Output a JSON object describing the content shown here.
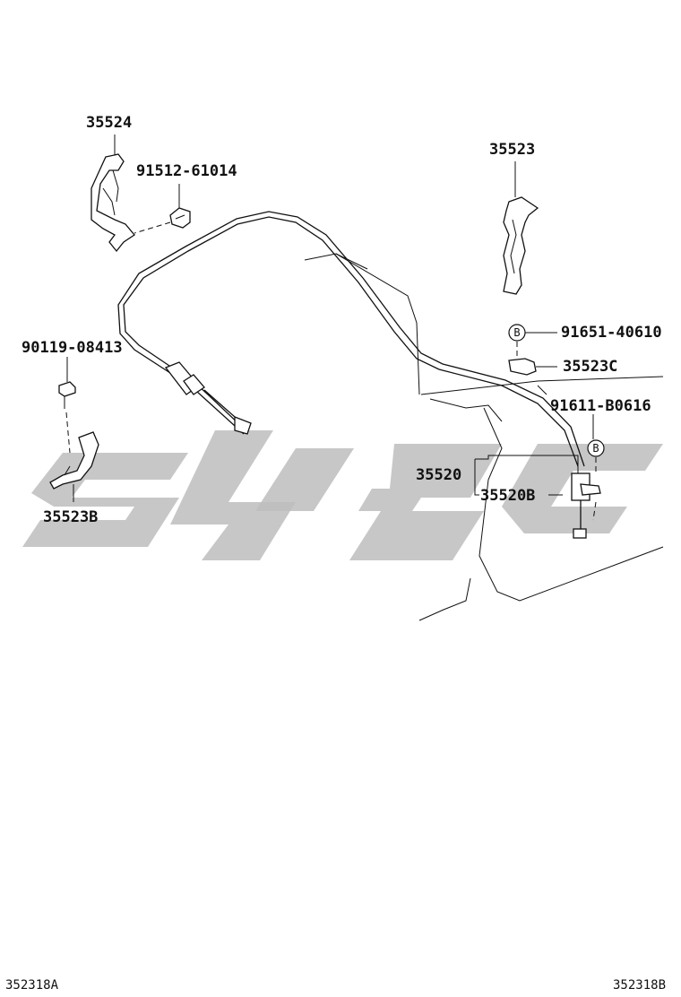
{
  "labels": {
    "p35524": "35524",
    "p91512": "91512-61014",
    "p35523": "35523",
    "p91651": "91651-40610",
    "p35523c": "35523C",
    "p90119": "90119-08413",
    "p91611": "91611-B0616",
    "p35520": "35520",
    "p35520b": "35520B",
    "p35523b": "35523B"
  },
  "markers": {
    "b1": "B",
    "b2": "B"
  },
  "footer": {
    "left_ref": "352318A",
    "right_ref": "352318B"
  },
  "colors": {
    "line": "#111111",
    "watermark": "#bdbdbd",
    "background": "#ffffff"
  }
}
